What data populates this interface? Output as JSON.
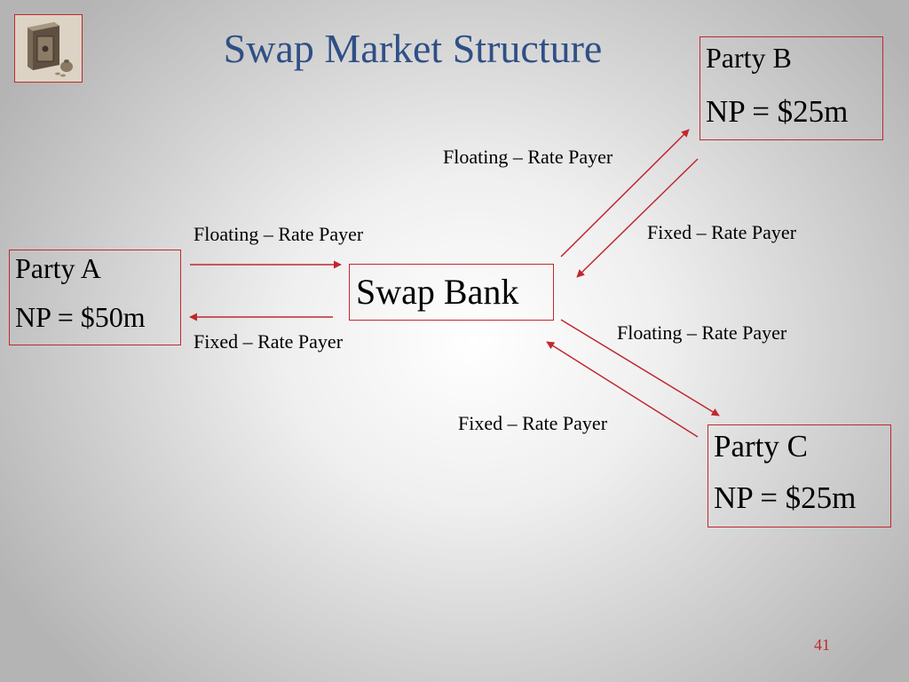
{
  "slide": {
    "title": "Swap Market Structure",
    "page_number": "41"
  },
  "logo": {
    "icon": "safe-icon"
  },
  "nodes": {
    "party_a": {
      "name": "Party  A",
      "np": "NP = $50m"
    },
    "party_b": {
      "name": "Party  B",
      "np": "NP = $25m"
    },
    "party_c": {
      "name": "Party  C",
      "np": "NP = $25m"
    },
    "swap_bank": {
      "name": "Swap  Bank"
    }
  },
  "flows": {
    "bank_to_b": "Floating – Rate  Payer",
    "a_to_bank": "Floating – Rate  Payer",
    "b_to_bank": "Fixed – Rate  Payer",
    "bank_to_c": "Floating – Rate  Payer",
    "bank_to_a": "Fixed – Rate  Payer",
    "c_to_bank": "Fixed – Rate  Payer"
  },
  "colors": {
    "title": "#2f4f86",
    "accent": "#c0282d"
  }
}
